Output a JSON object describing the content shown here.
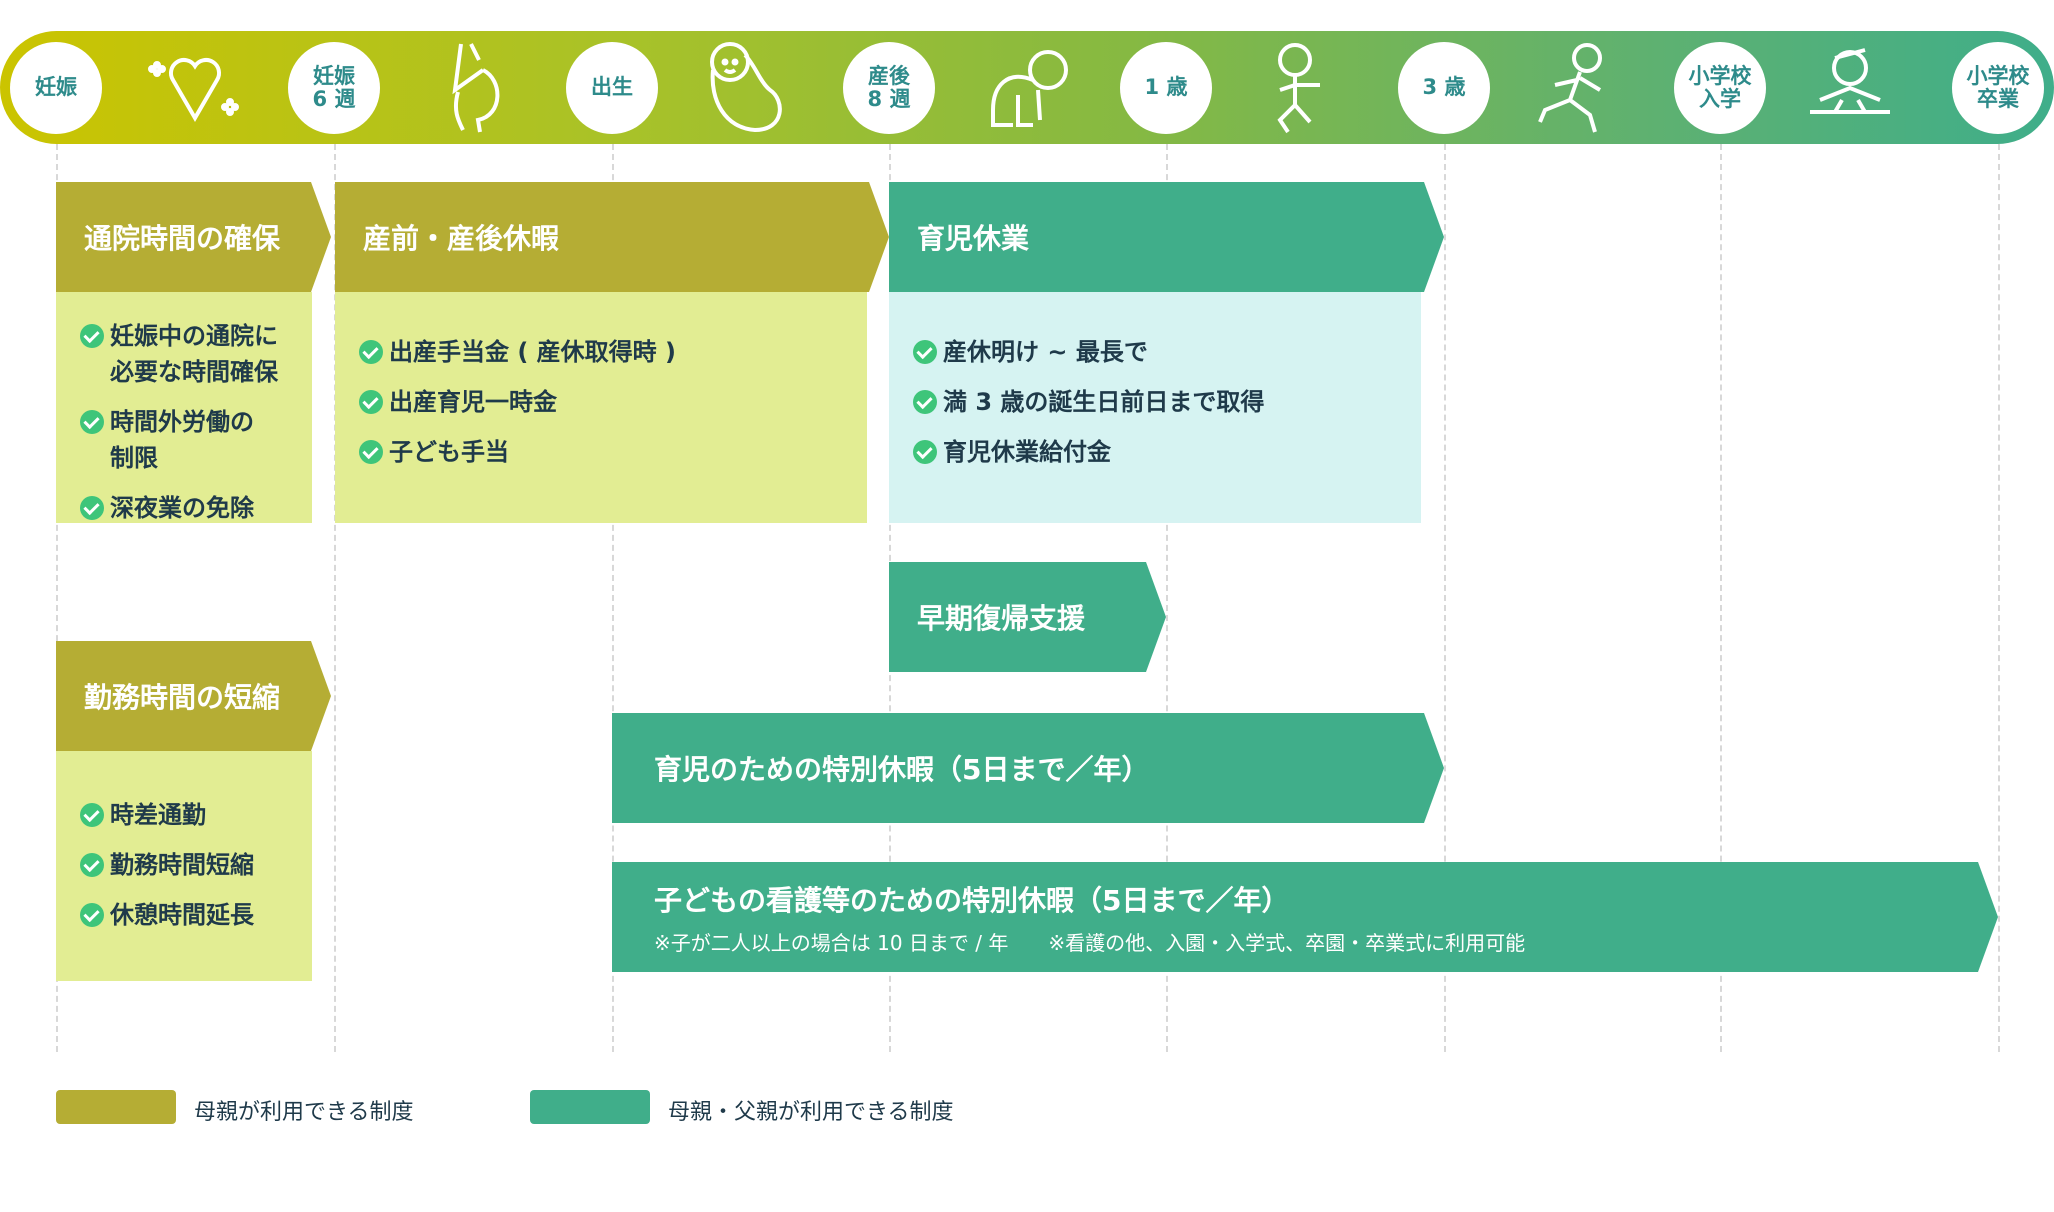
{
  "timeline": {
    "milestones": [
      "妊娠",
      "妊娠\n6 週",
      "出生",
      "産後\n8 週",
      "1 歳",
      "3 歳",
      "小学校\n入学",
      "小学校\n卒業"
    ],
    "icons": [
      "heart-sparkle-icon",
      "pregnant-woman-icon",
      "newborn-baby-icon",
      "crawling-baby-icon",
      "toddler-icon",
      "running-child-icon",
      "schoolchild-icon"
    ]
  },
  "boxes": {
    "commute": {
      "title": "通院時間の確保",
      "items": [
        "妊娠中の通院に\n必要な時間確保",
        "時間外労働の\n制限",
        "深夜業の免除"
      ]
    },
    "maternity": {
      "title": "産前・産後休暇",
      "items": [
        "出産手当金 ( 産休取得時 )",
        "出産育児一時金",
        "子ども手当"
      ]
    },
    "childcare": {
      "title": "育児休業",
      "items": [
        "産休明け ~ 最長で",
        "満 3 歳の誕生日前日まで取得",
        "育児休業給付金"
      ]
    },
    "early_return": {
      "title": "早期復帰支援"
    },
    "short_hours": {
      "title": "勤務時間の短縮",
      "items": [
        "時差通勤",
        "勤務時間短縮",
        "休憩時間延長"
      ]
    },
    "special_leave": {
      "title": "育児のための特別休暇（5日まで／年）"
    },
    "nursing_leave": {
      "title": "子どもの看護等のための特別休暇（5日まで／年）",
      "note1": "※子が二人以上の場合は 10 日まで / 年",
      "note2": "※看護の他、入園・入学式、卒園・卒業式に利用可能"
    }
  },
  "legend": {
    "mother": "母親が利用できる制度",
    "both": "母親・父親が利用できる制度"
  },
  "colors": {
    "mother": "#b5ad34",
    "both": "#40ae8a",
    "mother_body": "#e2ed93",
    "both_body": "#d6f3f2"
  }
}
